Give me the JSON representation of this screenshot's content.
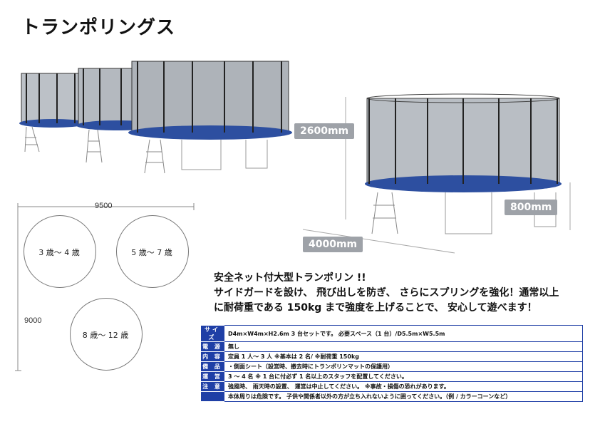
{
  "page": {
    "title": "トランポリングス"
  },
  "dimensions": {
    "height": "2600mm",
    "width": "4000mm",
    "net_height": "800mm"
  },
  "layout": {
    "width": "9500",
    "height": "9000",
    "zones": [
      "3 歳〜 4 歳",
      "5 歳〜 7 歳",
      "8 歳〜 12 歳"
    ]
  },
  "description": {
    "line1": "安全ネット付大型トランポリン !!",
    "line2": "サイドガードを設け、 飛び出しを防ぎ、 さらにスプリングを強化！通常以上",
    "line3": "に耐荷重である 150kg まで強度を上げることで、 安心して遊べます！"
  },
  "spec": [
    {
      "label": "サイズ",
      "value": "D4m×W4m×H2.6m 3 台セットです。 必要スペース（1 台）/D5.5m×W5.5m"
    },
    {
      "label": "電 源",
      "value": "無し"
    },
    {
      "label": "内 容",
      "value": "定員 1 人〜 3 人 ※基本は 2 名/ ※耐荷重 150kg"
    },
    {
      "label": "備 品",
      "value": "・側面シート（設営時、撤去時にトランポリンマットの保護用）"
    },
    {
      "label": "運 営",
      "value": "3 〜 4 名 ※ 1 台に付必ず 1 名以上のスタッフを配置してください。"
    },
    {
      "label": "注 意",
      "value": "強風時、 雨天時の設置、 運営は中止してください。 ※事故・損傷の恐れがあります。"
    },
    {
      "label": "",
      "value": "本体周りは危険です。 子供や関係者以外の方が立ち入れないように囲ってください。（例 / カラーコーンなど）"
    }
  ],
  "colors": {
    "accent": "#1f3fa6",
    "dim_label_bg": "#9ea2a8",
    "trampoline_mat": "#3a5fb0"
  }
}
